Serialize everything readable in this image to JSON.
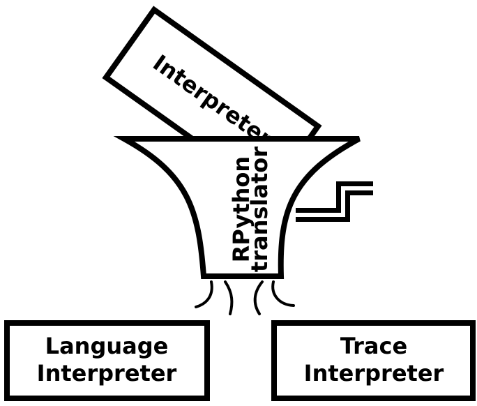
{
  "input_box": {
    "label": "Interpreter"
  },
  "translator": {
    "line1": "RPython",
    "line2": "translator"
  },
  "outputs": [
    {
      "line1": "Language",
      "line2": "Interpreter"
    },
    {
      "line1": "Trace",
      "line2": "Interpreter"
    }
  ],
  "colors": {
    "stroke": "#000000",
    "fill": "#ffffff"
  }
}
